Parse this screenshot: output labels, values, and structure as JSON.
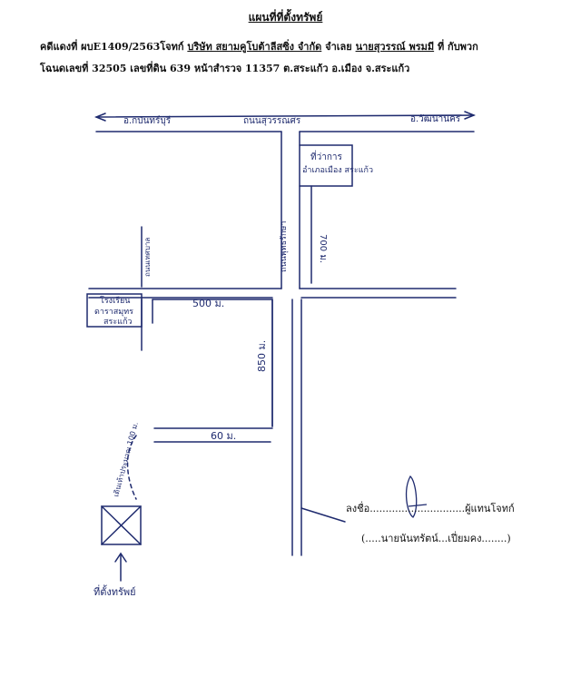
{
  "header": {
    "title": "แผนที่ที่ตั้งทรัพย์",
    "case_prefix": "คดีแดงที่ ผบE1409/2563โจทก์",
    "plaintiff": "บริษัท สยามคูโบต้าลีสซิ่ง จำกัด",
    "defendant_prefix": "จำเลย",
    "defendant": "นายสุวรรณ์ พรมมี",
    "defendant_suffix": "ที่ กับพวก",
    "deed_line": "โฉนดเลขที่ 32505 เลขที่ดิน 639 หน้าสำรวจ 11357 ต.สระแก้ว อ.เมือง จ.สระแก้ว"
  },
  "map": {
    "road_top_left": "อ.กบินทร์บุรี",
    "road_top_center": "ถนนสุวรรณศร",
    "road_top_right": "อ.วัฒนานคร",
    "district_office": [
      "ที่ว่าการ",
      "อำเภอเมือง สระแก้ว"
    ],
    "dist_700": "700 ม.",
    "road_vertical_center": "ถนนพุทธรักษา",
    "road_vertical_left": "ถนนเทศบาล",
    "school": [
      "โรงเรียน",
      "ดาราสมุทร",
      "สระแก้ว"
    ],
    "dist_500": "500 ม.",
    "dist_850": "850 ม.",
    "dist_60": "60 ม.",
    "footpath": "เดินเท้าประมาณ 100 ม.",
    "property": "ที่ตั้งทรัพย์"
  },
  "signature": {
    "sign_label": "ลงชื่อ",
    "dots": "..............................",
    "role": "ผู้แทนโจทก์",
    "name_line": "(.....นายนันทรัตน์...เปี่ยมคง........)"
  }
}
